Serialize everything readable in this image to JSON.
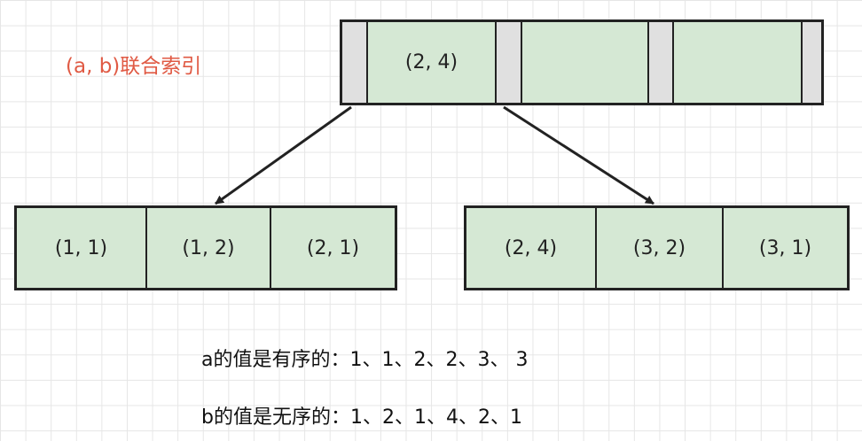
{
  "title": "(a, b)联合索引",
  "root": {
    "key": "(2, 4)"
  },
  "leaves": {
    "left": [
      "(1, 1)",
      "(1, 2)",
      "(2, 1)"
    ],
    "right": [
      "(2, 4)",
      "(3, 2)",
      "(3, 1)"
    ]
  },
  "notes": {
    "a_order": "a的值是有序的：1、1、2、2、3、 3",
    "b_order": "b的值是无序的：1、2、1、4、2、1"
  },
  "colors": {
    "node_fill": "#d5e8d4",
    "pointer_fill": "#e0e0e0",
    "title": "#e05a44"
  }
}
